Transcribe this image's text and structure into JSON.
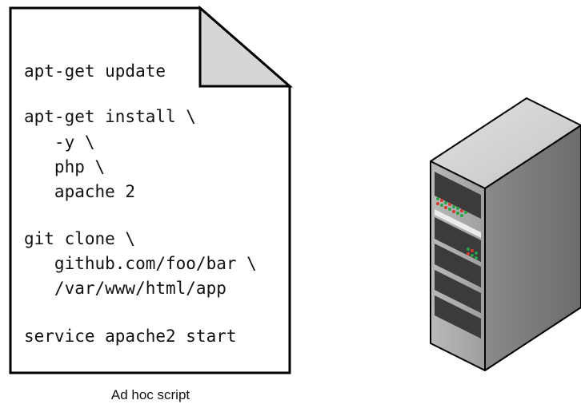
{
  "document": {
    "lines": [
      "apt-get update",
      "apt-get install \\",
      "   -y \\",
      "   php \\",
      "   apache 2",
      "git clone \\",
      "   github.com/foo/bar \\",
      "   /var/www/html/app",
      "service apache2 start"
    ],
    "caption": "Ad hoc script"
  },
  "server": {
    "icon": "server-rack-icon",
    "led_colors": [
      "#27a544",
      "#d63a2f"
    ]
  }
}
